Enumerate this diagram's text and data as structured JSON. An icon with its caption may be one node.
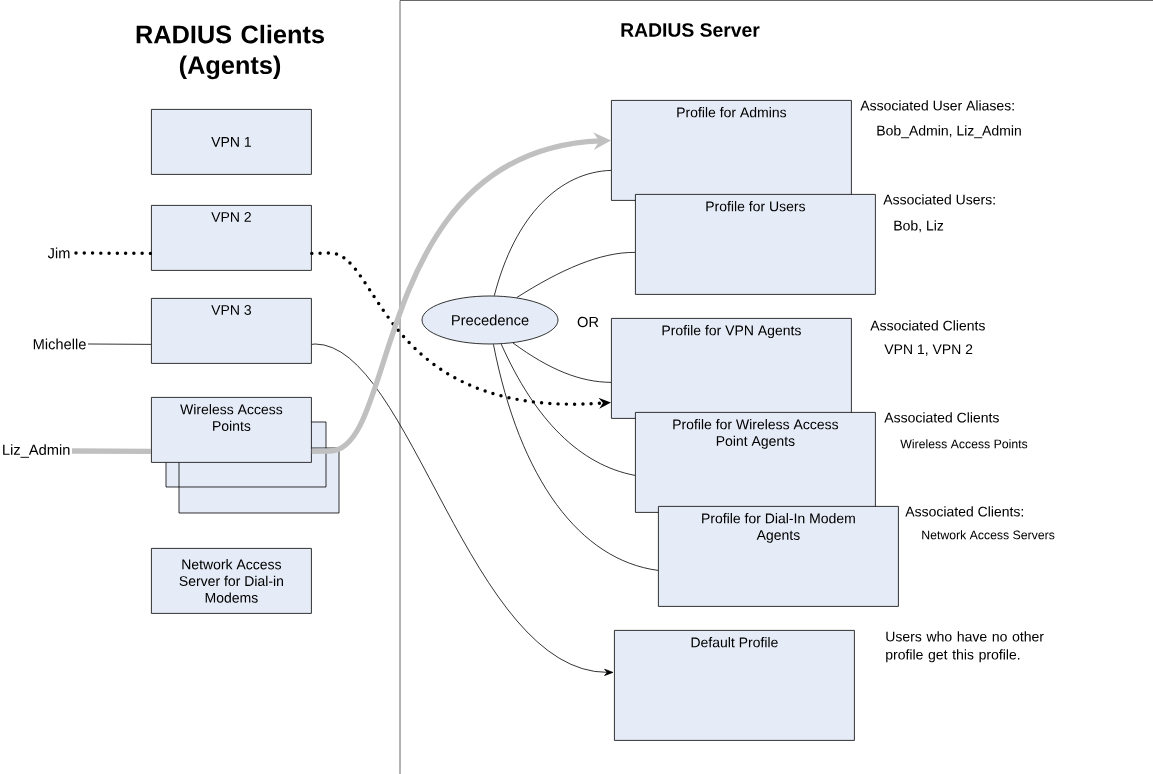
{
  "diagram": {
    "nodes": [
      {
        "text": [
          "Jim"
        ]
      },
      {
        "text": [
          "Michelle"
        ]
      },
      {
        "text": [
          "Liz_Admin"
        ]
      },
      {
        "text": [
          "VPN 1"
        ]
      },
      {
        "text": [
          "VPN 2"
        ]
      },
      {
        "text": [
          "VPN 3"
        ]
      },
      {
        "text": [
          "Wireless Access Points"
        ]
      },
      {
        "text": [
          "Network Access Server for Dial-in Modems"
        ]
      },
      {
        "text": [
          "Precedence"
        ]
      },
      {
        "text": [
          "Profile for Admins"
        ],
        "beside": [
          "Associated User Aliases:",
          "Bob_Admin, Liz_Admin"
        ]
      },
      {
        "text": [
          "Profile for Users"
        ],
        "beside": [
          "Associated Users:",
          "Bob, Liz"
        ]
      },
      {
        "text": [
          "Profile for VPN Agents"
        ],
        "beside": [
          "Associated Clients",
          "VPN 1, VPN 2"
        ]
      },
      {
        "text": [
          "Profile for Wireless Access Point Agents"
        ],
        "beside": [
          "Associated Clients",
          "Wireless Access Points"
        ]
      },
      {
        "text": [
          "Profile for Dial-In Modem Agents"
        ],
        "beside": [
          "Associated Clients:",
          "Network Access Servers"
        ]
      },
      {
        "text": [
          "Default Profile"
        ],
        "beside": [
          "Users who have no other profile get this profile."
        ]
      }
    ],
    "edges": [
      {
        "from": 0,
        "to": 4,
        "arrow": "none",
        "style": "dashed"
      },
      {
        "from": 4,
        "to": 11,
        "arrow": "to",
        "style": "dashed"
      },
      {
        "from": 1,
        "to": 5,
        "arrow": "none"
      },
      {
        "from": 5,
        "to": 14,
        "arrow": "to"
      },
      {
        "from": 2,
        "to": 6,
        "arrow": "none",
        "style": "thick",
        "color": "#c0c0c0"
      },
      {
        "from": 6,
        "to": 9,
        "arrow": "to",
        "style": "thick",
        "color": "#c0c0c0"
      },
      {
        "from": 8,
        "to": 9,
        "arrow": "none"
      },
      {
        "from": 8,
        "to": 10,
        "arrow": "none"
      },
      {
        "from": 8,
        "to": 11,
        "arrow": "none"
      },
      {
        "from": 8,
        "to": 12,
        "arrow": "none"
      },
      {
        "from": 8,
        "to": 13,
        "arrow": "none"
      }
    ],
    "labels": [
      "RADIUS Clients (Agents)",
      "RADIUS Server",
      "OR"
    ]
  }
}
